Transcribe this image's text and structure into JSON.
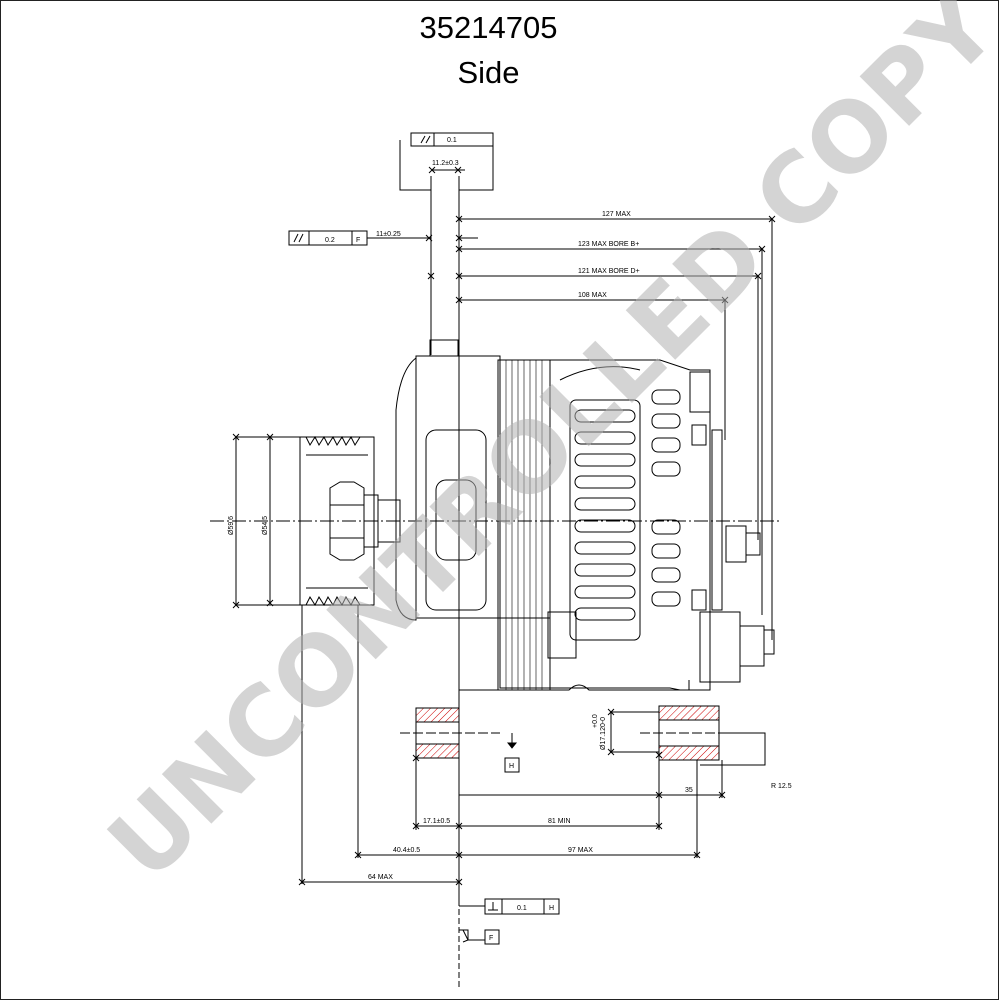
{
  "drawing": {
    "part_number": "35214705",
    "view": "Side"
  },
  "dimensions": {
    "tol_top_value": "0.1",
    "offset_11_2": "11.2±0.3",
    "tol_left_value": "0.2",
    "tol_left_datum": "F",
    "offset_11": "11±0.25",
    "len_127": "127 MAX",
    "len_123": "123 MAX BORE B+",
    "len_121": "121 MAX BORE D+",
    "len_108": "108 MAX",
    "dia_outer": "Ø59.6",
    "dia_inner": "Ø54.5",
    "bore_dia": "Ø17.120-0",
    "bore_tol": "+0.0",
    "datum_h": "H",
    "len_35": "35",
    "radius": "R 12.5",
    "len_17_1": "17.1±0.5",
    "len_81": "81 MIN",
    "len_40_4": "40.4±0.5",
    "len_97": "97 MAX",
    "len_64": "64 MAX",
    "tol_bottom_value": "0.1",
    "tol_bottom_datum": "H",
    "datum_f": "F"
  },
  "watermark": "UNCONTROLLED COPY"
}
